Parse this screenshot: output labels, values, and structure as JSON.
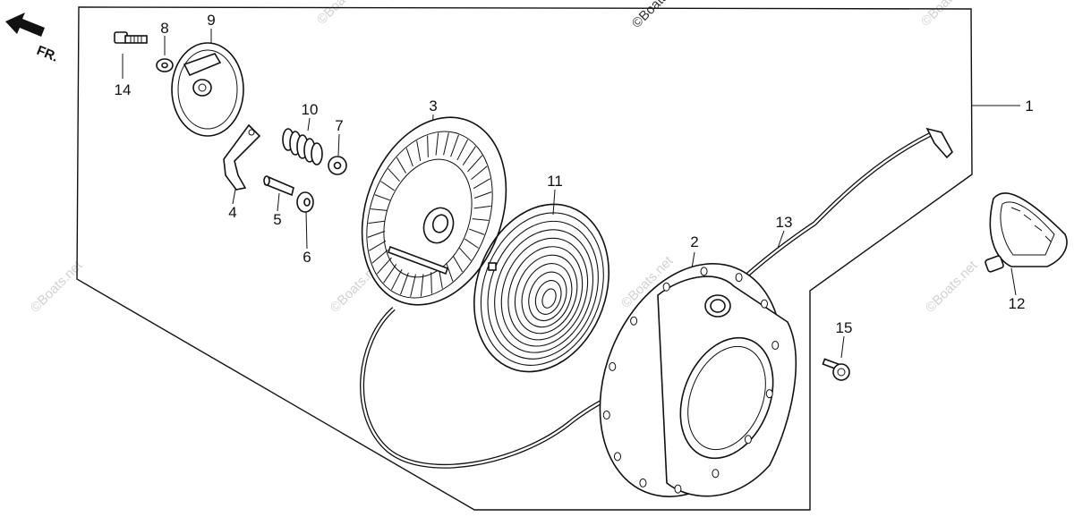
{
  "direction_label": "FR.",
  "watermark": "©Boats.net",
  "callouts": [
    {
      "id": "1",
      "part": "recoil-starter-assembly"
    },
    {
      "id": "2",
      "part": "starter-case"
    },
    {
      "id": "3",
      "part": "starter-reel"
    },
    {
      "id": "4",
      "part": "ratchet-pawl"
    },
    {
      "id": "5",
      "part": "pin"
    },
    {
      "id": "6",
      "part": "collar"
    },
    {
      "id": "7",
      "part": "washer"
    },
    {
      "id": "8",
      "part": "washer-small"
    },
    {
      "id": "9",
      "part": "ratchet-plate"
    },
    {
      "id": "10",
      "part": "friction-spring"
    },
    {
      "id": "11",
      "part": "recoil-spring"
    },
    {
      "id": "12",
      "part": "starter-grip"
    },
    {
      "id": "13",
      "part": "starter-rope"
    },
    {
      "id": "14",
      "part": "setting-bolt"
    },
    {
      "id": "15",
      "part": "flange-bolt"
    }
  ]
}
